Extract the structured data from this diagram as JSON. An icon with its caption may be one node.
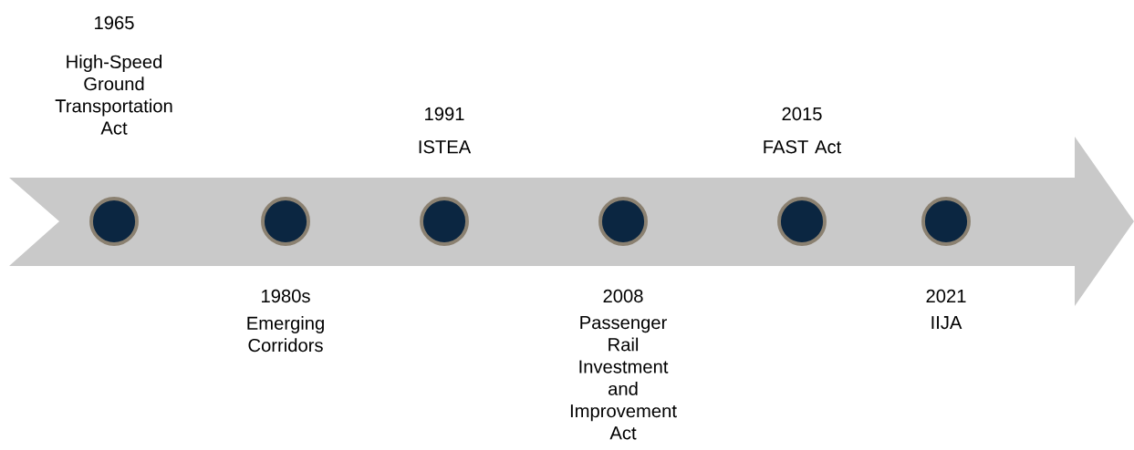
{
  "diagram": {
    "nodes": [
      {
        "text": [],
        "shape": "circle",
        "beside": [
          "1965",
          "High-Speed Ground Transportation Act"
        ]
      },
      {
        "text": [],
        "shape": "circle",
        "beside": [
          "1980s",
          "Emerging Corridors"
        ]
      },
      {
        "text": [],
        "shape": "circle",
        "beside": [
          "1991",
          "ISTEA"
        ]
      },
      {
        "text": [],
        "shape": "circle",
        "beside": [
          "2008",
          "Passenger Rail Investment and Improvement Act"
        ]
      },
      {
        "text": [],
        "shape": "circle",
        "beside": [
          "2015",
          "FAST Act"
        ]
      },
      {
        "text": [],
        "shape": "circle",
        "beside": [
          "2021",
          "IIJA"
        ]
      }
    ]
  }
}
